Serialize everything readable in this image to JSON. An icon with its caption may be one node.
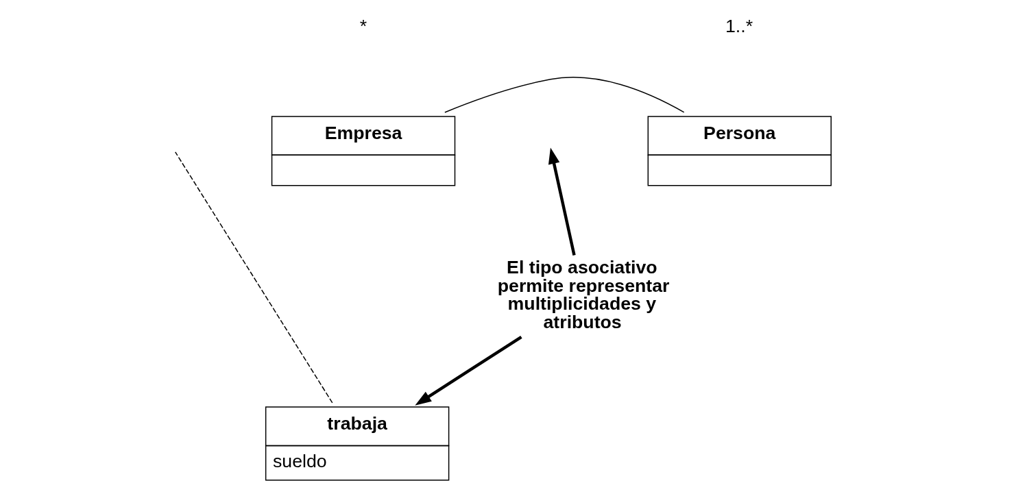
{
  "diagram": {
    "nodes": [
      {
        "text": [
          "Empresa"
        ]
      },
      {
        "text": [
          "Persona"
        ]
      },
      {
        "text": [
          "trabaja",
          "sueldo"
        ]
      },
      {
        "text": [
          "El tipo asociativo permite representar multiplicidades y atributos"
        ]
      }
    ],
    "edges": [
      {
        "from": 0,
        "to": 1,
        "arrow": "none"
      },
      {
        "from": 2,
        "to": null,
        "arrow": "none",
        "style": "dashed"
      },
      {
        "from": 3,
        "to": null,
        "arrow": "to",
        "style": "thick"
      },
      {
        "from": 3,
        "to": 2,
        "arrow": "to",
        "style": "thick"
      }
    ],
    "labels": [
      "*",
      "1..*"
    ]
  }
}
